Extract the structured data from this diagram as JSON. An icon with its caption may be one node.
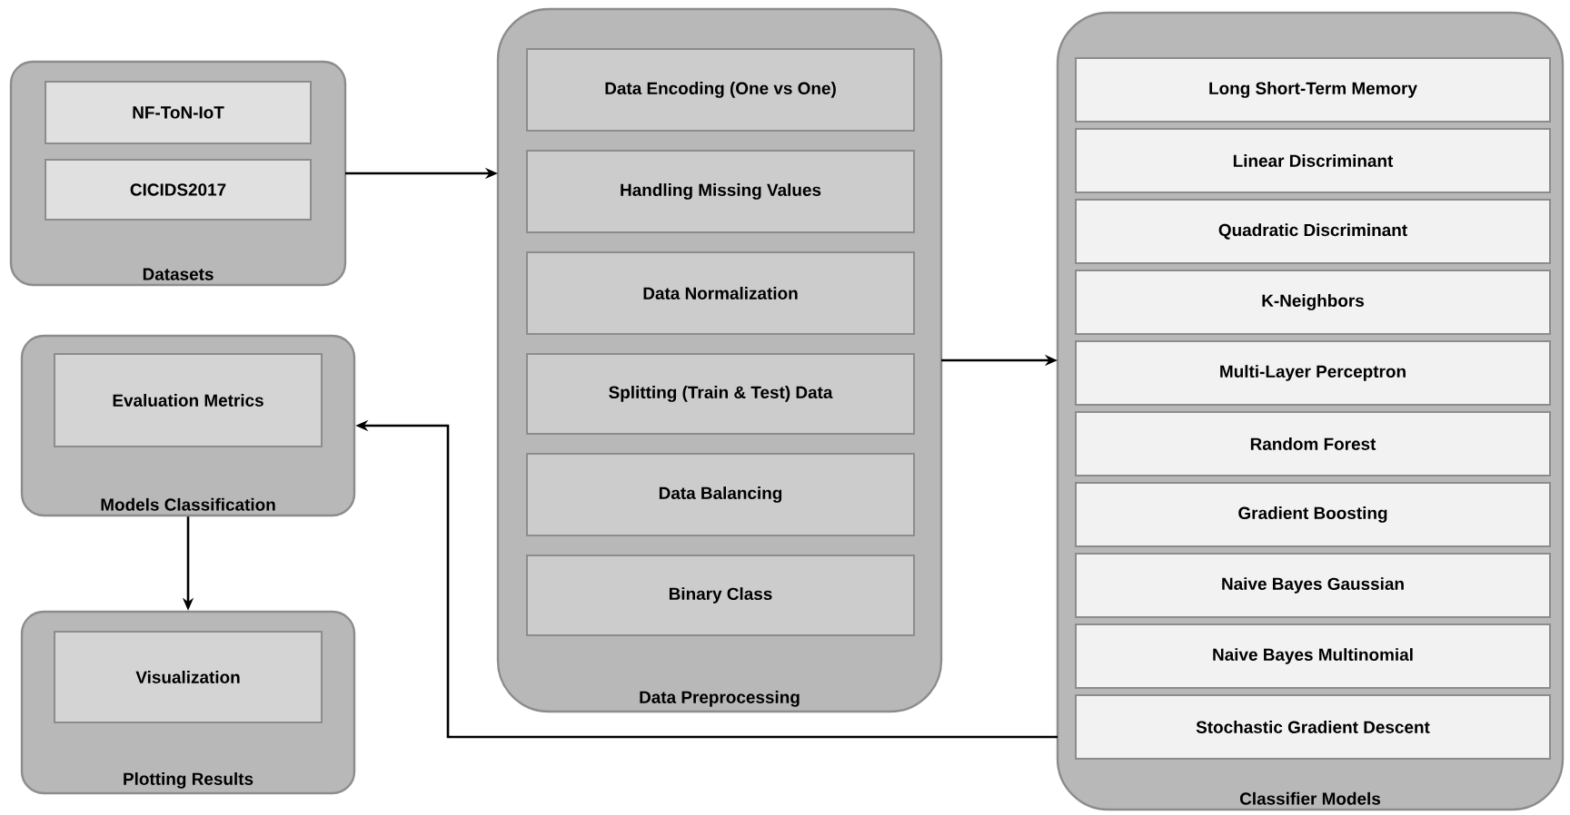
{
  "diagram": {
    "nodes": [
      {
        "text": [
          "Datasets"
        ]
      },
      {
        "text": [
          "NF-ToN-IoT"
        ],
        "in": 0
      },
      {
        "text": [
          "CICIDS2017"
        ],
        "in": 0
      },
      {
        "text": [
          "Models Classification"
        ]
      },
      {
        "text": [
          "Evaluation Metrics"
        ],
        "in": 3
      },
      {
        "text": [
          "Plotting Results"
        ]
      },
      {
        "text": [
          "Visualization"
        ],
        "in": 5
      },
      {
        "text": [
          "Data Preprocessing"
        ]
      },
      {
        "text": [
          "Data Encoding (One vs One)"
        ],
        "in": 7
      },
      {
        "text": [
          "Handling Missing Values"
        ],
        "in": 7
      },
      {
        "text": [
          "Data Normalization"
        ],
        "in": 7
      },
      {
        "text": [
          "Splitting (Train & Test) Data"
        ],
        "in": 7
      },
      {
        "text": [
          "Data Balancing"
        ],
        "in": 7
      },
      {
        "text": [
          "Binary Class"
        ],
        "in": 7
      },
      {
        "text": [
          "Classifier Models"
        ]
      },
      {
        "text": [
          "Long Short-Term Memory"
        ],
        "in": 14
      },
      {
        "text": [
          "Linear Discriminant"
        ],
        "in": 14
      },
      {
        "text": [
          "Quadratic Discriminant"
        ],
        "in": 14
      },
      {
        "text": [
          "K-Neighbors"
        ],
        "in": 14
      },
      {
        "text": [
          "Multi-Layer Perceptron"
        ],
        "in": 14
      },
      {
        "text": [
          "Random Forest"
        ],
        "in": 14
      },
      {
        "text": [
          "Gradient Boosting"
        ],
        "in": 14
      },
      {
        "text": [
          "Naive Bayes Gaussian"
        ],
        "in": 14
      },
      {
        "text": [
          "Naive Bayes Multinomial"
        ],
        "in": 14
      },
      {
        "text": [
          "Stochastic Gradient Descent"
        ],
        "in": 14
      }
    ],
    "edges": [
      {
        "from": 0,
        "to": 7,
        "arrow": "to"
      },
      {
        "from": 7,
        "to": 14,
        "arrow": "to"
      },
      {
        "from": 14,
        "to": 3,
        "arrow": "to"
      },
      {
        "from": 3,
        "to": 5,
        "arrow": "to"
      }
    ]
  }
}
